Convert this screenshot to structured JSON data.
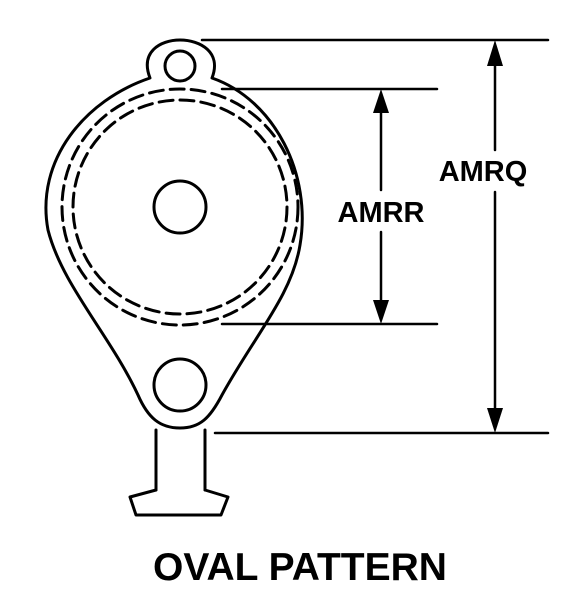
{
  "dimensions": {
    "outer_label": "AMRQ",
    "inner_label": "AMRR"
  },
  "caption": "OVAL PATTERN",
  "colors": {
    "stroke": "#000000",
    "background": "#ffffff"
  }
}
